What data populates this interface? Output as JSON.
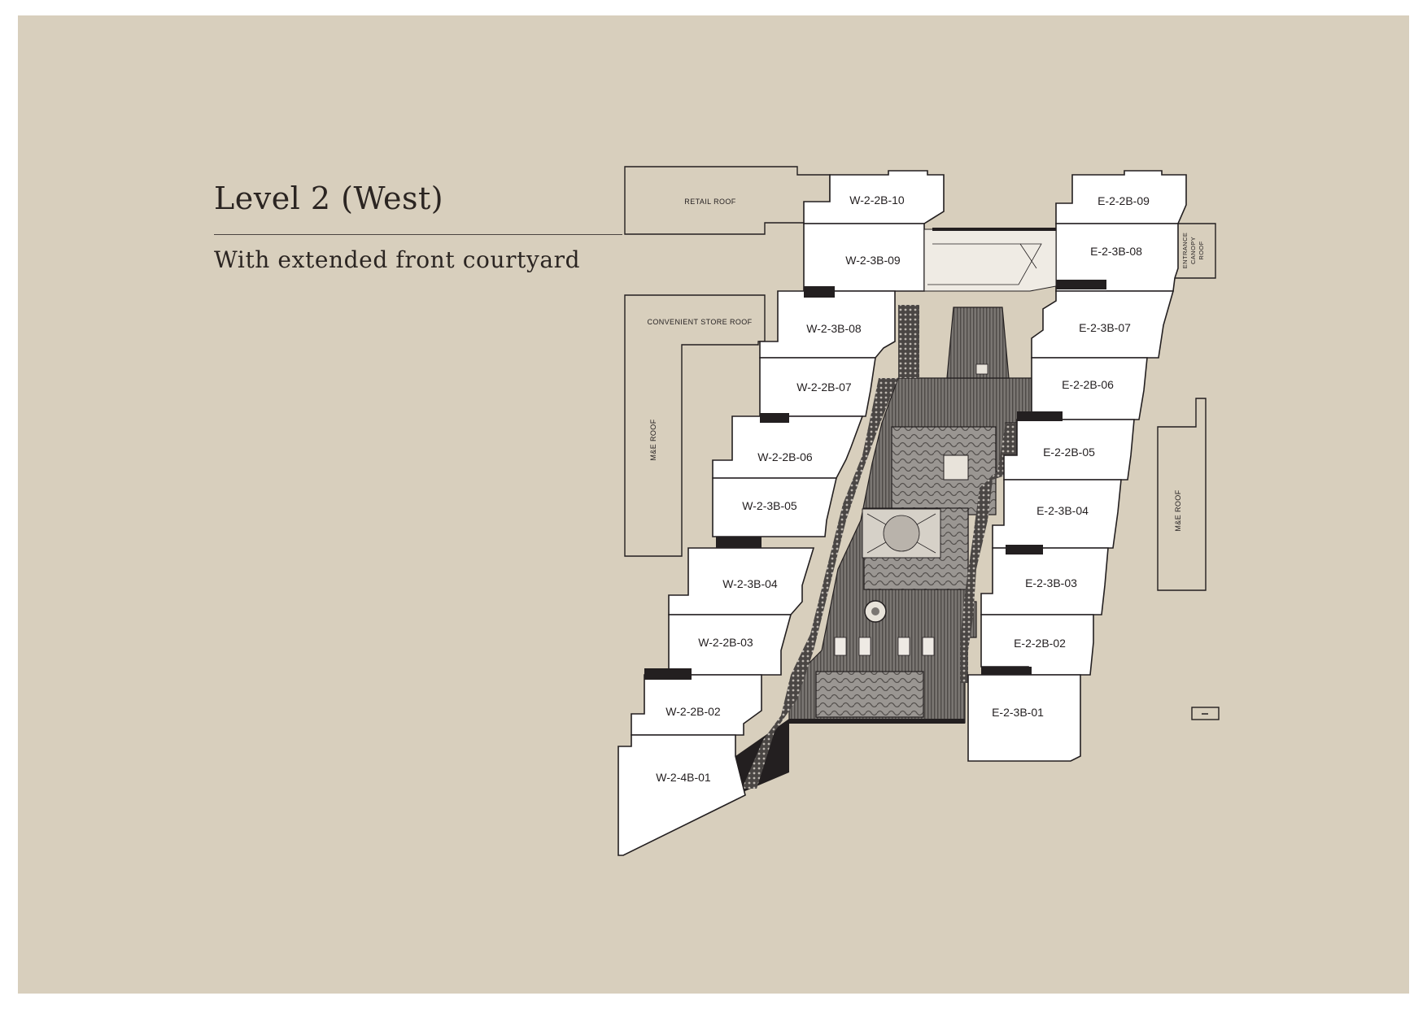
{
  "header": {
    "title": "Level 2 (West)",
    "subtitle": "With extended front courtyard"
  },
  "roof_labels": {
    "retail_roof": "RETAIL ROOF",
    "convenient_store_roof": "CONVENIENT STORE ROOF",
    "mse_roof_west": "M&E ROOF",
    "mse_roof_east": "M&E ROOF",
    "entrance_canopy_line1": "ENTRANCE",
    "entrance_canopy_line2": "CANOPY",
    "entrance_canopy_line3": "ROOF"
  },
  "units": {
    "w_2_2b_10": "W-2-2B-10",
    "w_2_3b_09": "W-2-3B-09",
    "w_2_3b_08": "W-2-3B-08",
    "w_2_2b_07": "W-2-2B-07",
    "w_2_2b_06": "W-2-2B-06",
    "w_2_3b_05": "W-2-3B-05",
    "w_2_3b_04": "W-2-3B-04",
    "w_2_2b_03": "W-2-2B-03",
    "w_2_2b_02": "W-2-2B-02",
    "w_2_4b_01": "W-2-4B-01",
    "e_2_2b_09": "E-2-2B-09",
    "e_2_3b_08": "E-2-3B-08",
    "e_2_3b_07": "E-2-3B-07",
    "e_2_2b_06": "E-2-2B-06",
    "e_2_2b_05": "E-2-2B-05",
    "e_2_3b_04": "E-2-3B-04",
    "e_2_3b_03": "E-2-3B-03",
    "e_2_2b_02": "E-2-2B-02",
    "e_2_3b_01": "E-2-3B-01"
  },
  "colors": {
    "background": "#d8cfbd",
    "unit_fill": "#ffffff",
    "line": "#231f20",
    "deck": "#6e6a66",
    "pool": "#8e8a86",
    "planter": "#3a3634"
  }
}
